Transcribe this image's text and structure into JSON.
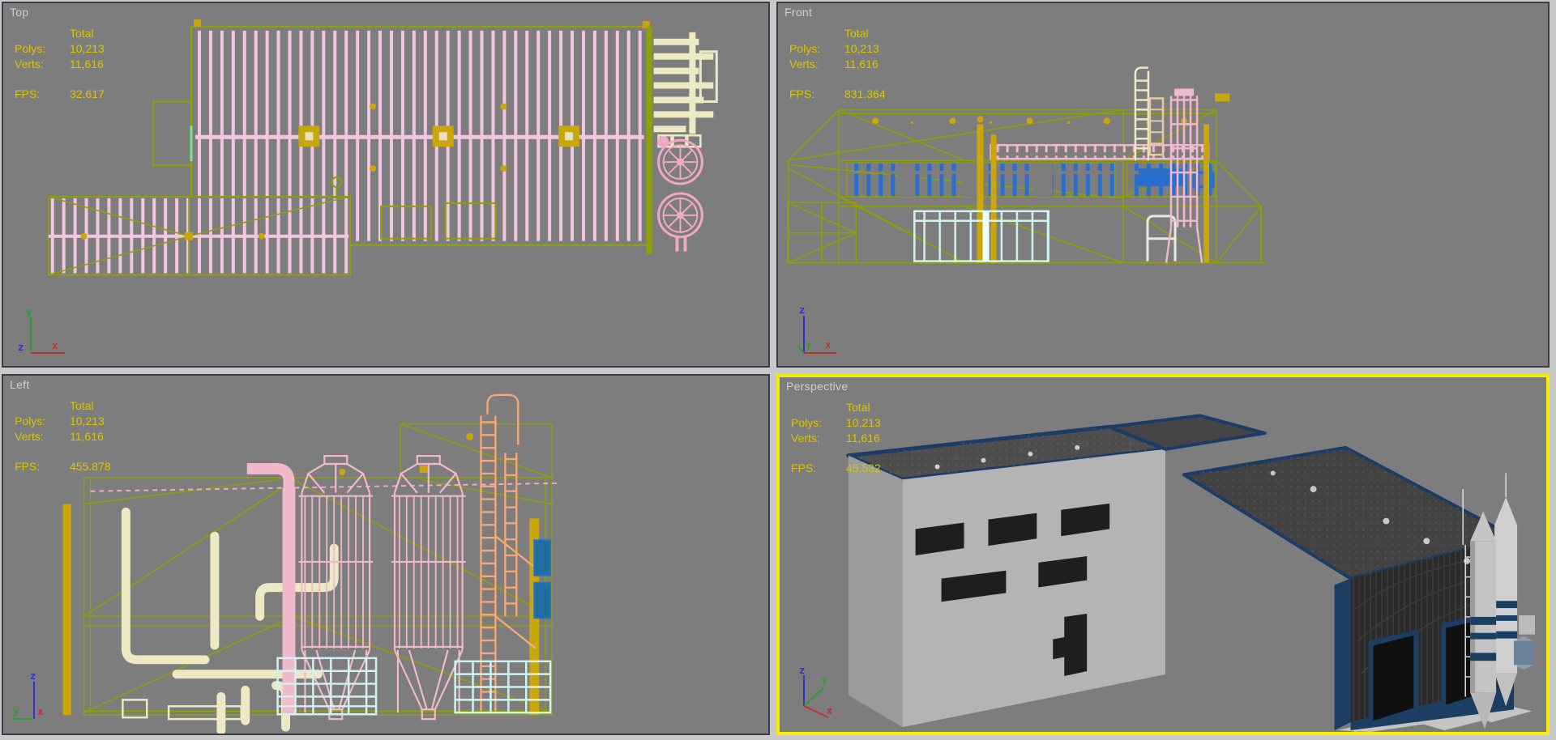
{
  "window": {
    "layout": "quad-viewport 3d editor"
  },
  "axis": {
    "x": "x",
    "y": "y",
    "z": "z"
  },
  "palette": {
    "viewport_bg": "#7D7D7D",
    "gutter": "#C9C9C9",
    "viewport_border": "#3C3C48",
    "active_border": "#F6EC00",
    "label_text": "#CFCFCF",
    "stats_text": "#DCC400",
    "wire_olive": "#8EA003",
    "wire_pink": "#F2C6E2",
    "wire_rose": "#F0A9C4",
    "wire_gold": "#C9A70B",
    "wire_cream": "#EDE9C5",
    "wire_blue": "#2A6FD0",
    "wire_cyan": "#CFF3F3",
    "wire_orange": "#F2A878",
    "axis_x": "#C23232",
    "axis_y": "#2E9E2E",
    "axis_z": "#3232C8",
    "shaded_wall": "#B4B4B4",
    "shaded_roof": "#4E4E4E",
    "shaded_navy": "#1C3E63"
  },
  "viewports": [
    {
      "label": "Top",
      "active": false,
      "stats": {
        "header": "Total",
        "rows": [
          {
            "label": "Polys:",
            "value": "10,213"
          },
          {
            "label": "Verts:",
            "value": "11,616"
          }
        ],
        "fps_label": "FPS:",
        "fps": "32.617"
      }
    },
    {
      "label": "Front",
      "active": false,
      "stats": {
        "header": "Total",
        "rows": [
          {
            "label": "Polys:",
            "value": "10,213"
          },
          {
            "label": "Verts:",
            "value": "11,616"
          }
        ],
        "fps_label": "FPS:",
        "fps": "831.364"
      }
    },
    {
      "label": "Left",
      "active": false,
      "stats": {
        "header": "Total",
        "rows": [
          {
            "label": "Polys:",
            "value": "10,213"
          },
          {
            "label": "Verts:",
            "value": "11,616"
          }
        ],
        "fps_label": "FPS:",
        "fps": "455.878"
      }
    },
    {
      "label": "Perspective",
      "active": true,
      "stats": {
        "header": "Total",
        "rows": [
          {
            "label": "Polys:",
            "value": "10,213"
          },
          {
            "label": "Verts:",
            "value": "11,616"
          }
        ],
        "fps_label": "FPS:",
        "fps": "45.532"
      }
    }
  ]
}
